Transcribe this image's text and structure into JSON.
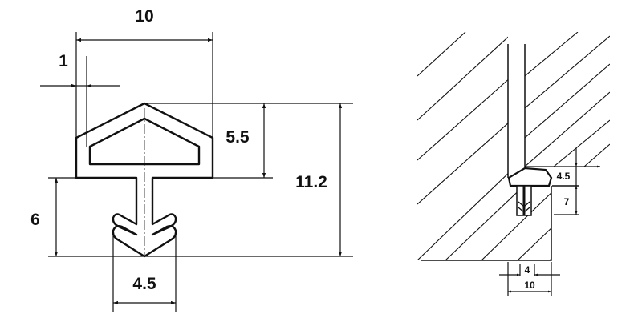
{
  "profile_view": {
    "dimensions": {
      "overall_width": "10",
      "wall_thickness": "1",
      "head_height": "5.5",
      "overall_height": "11.2",
      "stem_height": "6",
      "barb_width": "4.5"
    }
  },
  "installed_view": {
    "dimensions": {
      "head_height": "4.5",
      "groove_depth": "7",
      "groove_width": "4",
      "rebate_width": "10"
    }
  },
  "colors": {
    "line": "#111111",
    "background": "#ffffff"
  }
}
